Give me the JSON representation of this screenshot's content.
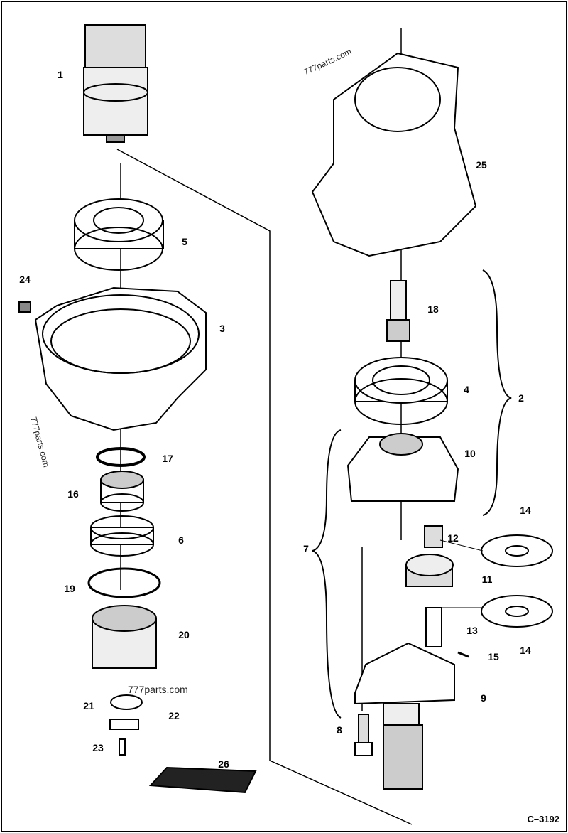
{
  "diagram": {
    "drawing_code": "C–3192",
    "watermark": "777parts.com",
    "callouts": [
      "1",
      "5",
      "24",
      "3",
      "25",
      "18",
      "4",
      "2",
      "10",
      "7",
      "14",
      "12",
      "11",
      "13",
      "14",
      "15",
      "9",
      "8",
      "17",
      "16",
      "6",
      "19",
      "20",
      "21",
      "22",
      "23",
      "26"
    ]
  }
}
